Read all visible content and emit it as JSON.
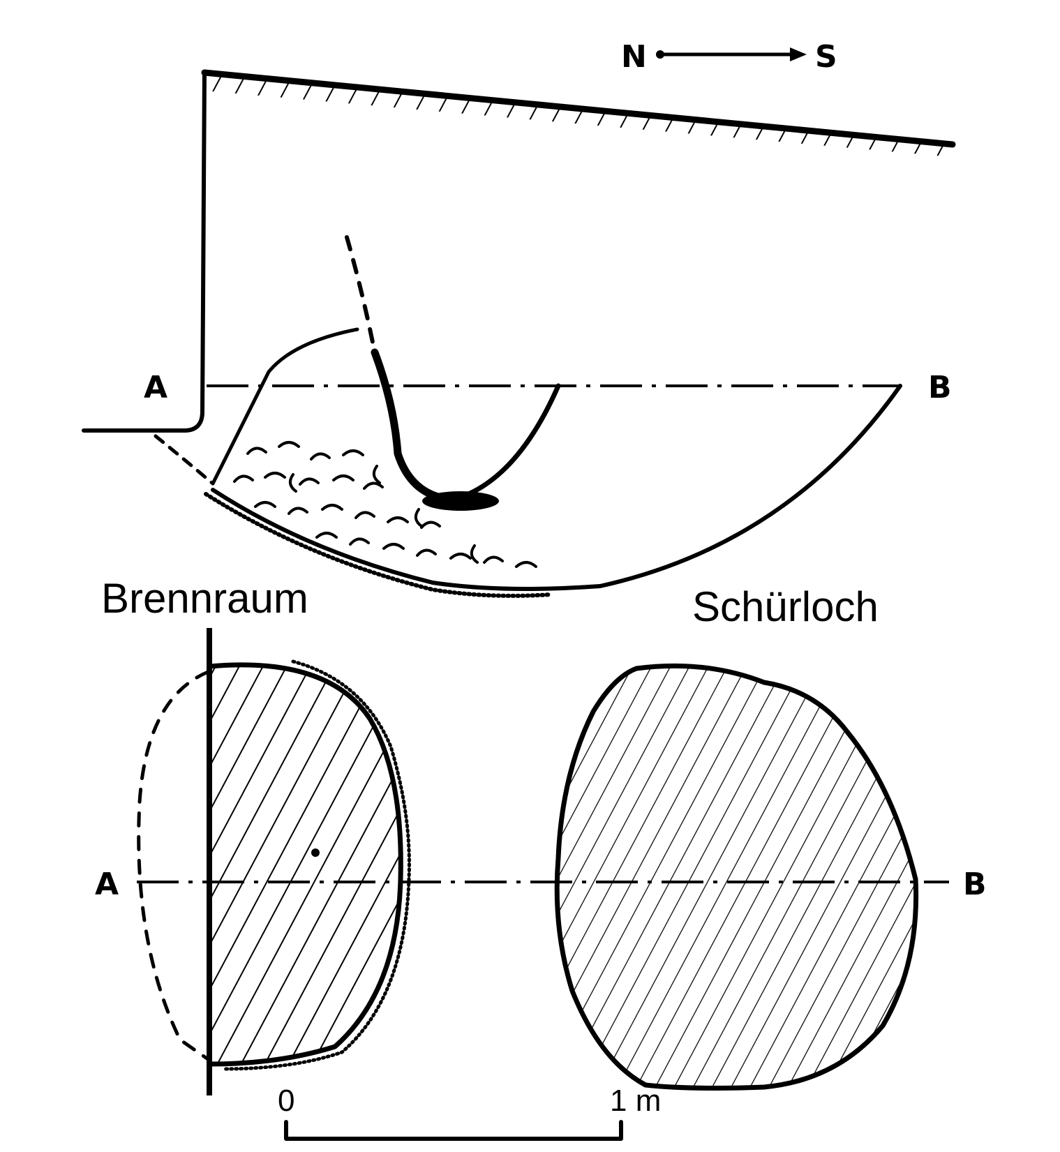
{
  "orientation": {
    "start": "N",
    "end": "S"
  },
  "section": {
    "point_a": "A",
    "point_b": "B"
  },
  "plan": {
    "point_a": "A",
    "point_b": "B"
  },
  "labels": {
    "left": "Brennraum",
    "right": "Schürloch"
  },
  "scale": {
    "start": "0",
    "end": "1 m"
  }
}
